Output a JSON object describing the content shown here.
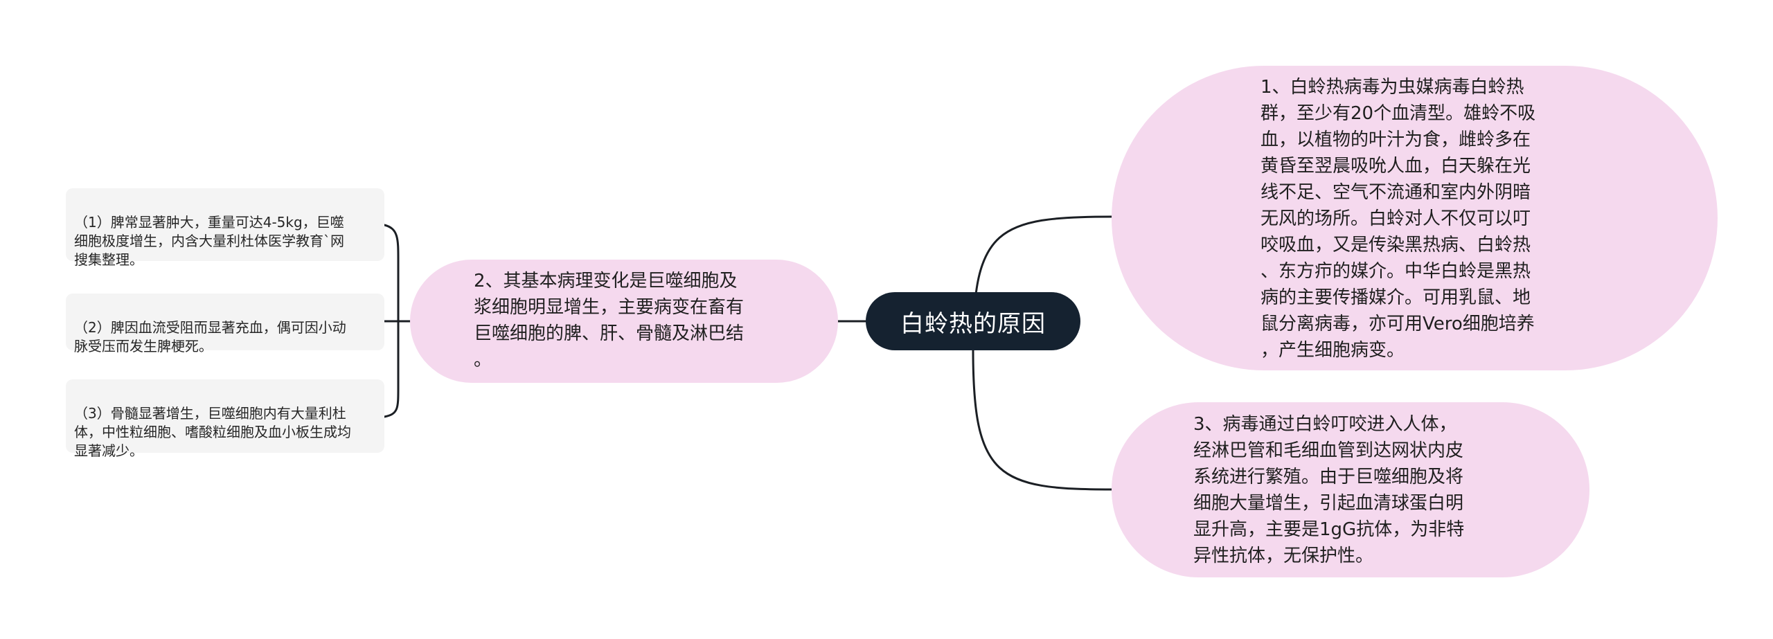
{
  "center": {
    "title": "白蛉热的原因"
  },
  "topics": [
    {
      "text": "1、白蛉热病毒为虫媒病毒白蛉热\n群，至少有20个血清型。雄蛉不吸\n血，以植物的叶汁为食，雌蛉多在\n黄昏至翌晨吸吮人血，白天躲在光\n线不足、空气不流通和室内外阴暗\n无风的场所。白蛉对人不仅可以叮\n咬吸血，又是传染黑热病、白蛉热\n、东方疖的媒介。中华白蛉是黑热\n病的主要传播媒介。可用乳鼠、地\n鼠分离病毒，亦可用Vero细胞培养\n，产生细胞病变。"
    },
    {
      "text": "2、其基本病理变化是巨噬细胞及\n浆细胞明显增生，主要病变在畜有\n巨噬细胞的脾、肝、骨髓及淋巴结\n。"
    },
    {
      "text": "3、病毒通过白蛉叮咬进入人体，\n经淋巴管和毛细血管到达网状内皮\n系统进行繁殖。由于巨噬细胞及将\n细胞大量增生，引起血清球蛋白明\n显升高，主要是1gG抗体，为非特\n异性抗体，无保护性。"
    }
  ],
  "details": [
    {
      "text": "（1）脾常显著肿大，重量可达4-5kg，巨噬\n细胞极度增生，内含大量利杜体医学教育`网\n搜集整理。"
    },
    {
      "text": "（2）脾因血流受阻而显著充血，偶可因小动\n脉受压而发生脾梗死。"
    },
    {
      "text": "（3）骨髓显著增生，巨噬细胞内有大量利杜\n体，中性粒细胞、嗜酸粒细胞及血小板生成均\n显著减少。"
    }
  ],
  "colors": {
    "center_fill": "#152230",
    "topic_fill": "#f5d9ee",
    "detail_fill": "#f4f4f4",
    "connector": "#1b1f24"
  }
}
